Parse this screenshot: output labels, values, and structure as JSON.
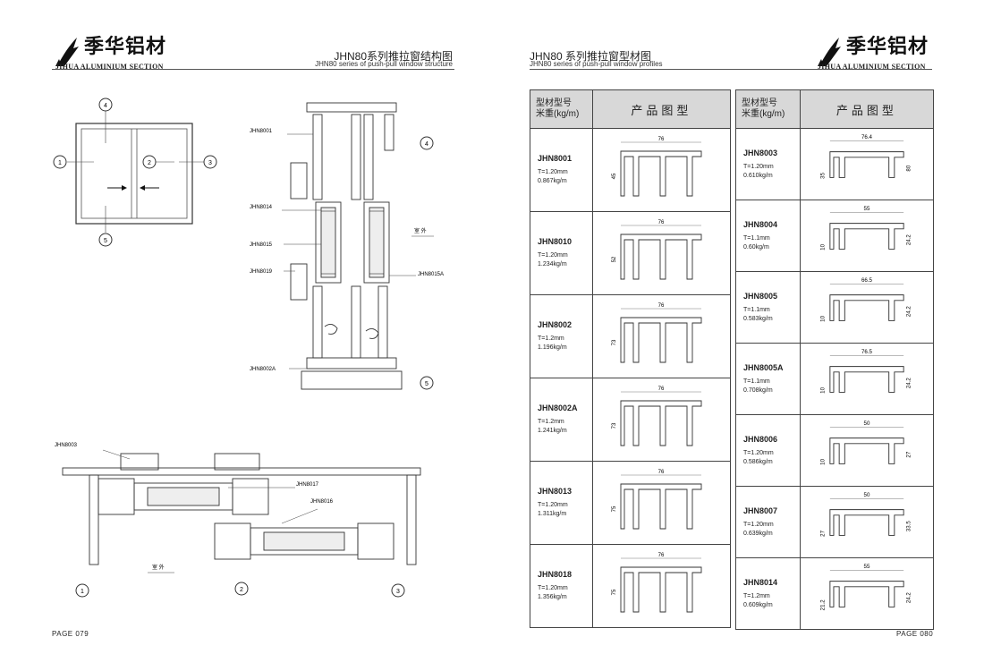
{
  "brand": {
    "name_cn": "季华铝材",
    "name_en": "JIHUA ALUMINIUM SECTION"
  },
  "left_page": {
    "title": "JHN80系列推拉窗结构图",
    "subtitle": "JHN80 series of push-pull window structure",
    "page_label": "PAGE 079",
    "callouts": [
      "1",
      "2",
      "3",
      "4",
      "5"
    ],
    "labels": {
      "jhn8001": "JHN8001",
      "jhn8014": "JHN8014",
      "jhn8015": "JHN8015",
      "jhn8019": "JHN8019",
      "jhn8002a": "JHN8002A",
      "jhn8015a": "JHN8015A",
      "jhn8003": "JHN8003",
      "jhn8017": "JHN8017",
      "jhn8016": "JHN8016",
      "outdoor": "室 外"
    }
  },
  "right_page": {
    "title": "JHN80 系列推拉窗型材图",
    "subtitle": "JHN80 series of push-pull window profiles",
    "page_label": "PAGE 080",
    "col_header_model": "型材型号",
    "col_header_weight": "米重(kg/m)",
    "col_header_drawing": "产品图型",
    "left_table": [
      {
        "code": "JHN8001",
        "thickness": "T=1.20mm",
        "weight": "0.867kg/m",
        "dims": [
          "76",
          "45"
        ]
      },
      {
        "code": "JHN8010",
        "thickness": "T=1.20mm",
        "weight": "1.234kg/m",
        "dims": [
          "76",
          "52"
        ]
      },
      {
        "code": "JHN8002",
        "thickness": "T=1.2mm",
        "weight": "1.196kg/m",
        "dims": [
          "76",
          "73"
        ]
      },
      {
        "code": "JHN8002A",
        "thickness": "T=1.2mm",
        "weight": "1.241kg/m",
        "dims": [
          "76",
          "73"
        ]
      },
      {
        "code": "JHN8013",
        "thickness": "T=1.20mm",
        "weight": "1.311kg/m",
        "dims": [
          "76",
          "75"
        ]
      },
      {
        "code": "JHN8018",
        "thickness": "T=1.20mm",
        "weight": "1.356kg/m",
        "dims": [
          "76",
          "75"
        ]
      }
    ],
    "right_table": [
      {
        "code": "JHN8003",
        "thickness": "T=1.20mm",
        "weight": "0.610kg/m",
        "dims": [
          "76.4",
          "35",
          "80"
        ]
      },
      {
        "code": "JHN8004",
        "thickness": "T=1.1mm",
        "weight": "0.60kg/m",
        "dims": [
          "55",
          "10",
          "24.2"
        ]
      },
      {
        "code": "JHN8005",
        "thickness": "T=1.1mm",
        "weight": "0.583kg/m",
        "dims": [
          "66.5",
          "10",
          "24.2"
        ]
      },
      {
        "code": "JHN8005A",
        "thickness": "T=1.1mm",
        "weight": "0.708kg/m",
        "dims": [
          "76.5",
          "10",
          "24.2"
        ]
      },
      {
        "code": "JHN8006",
        "thickness": "T=1.20mm",
        "weight": "0.586kg/m",
        "dims": [
          "50",
          "10",
          "27"
        ]
      },
      {
        "code": "JHN8007",
        "thickness": "T=1.20mm",
        "weight": "0.639kg/m",
        "dims": [
          "50",
          "27",
          "33.5"
        ]
      },
      {
        "code": "JHN8014",
        "thickness": "T=1.2mm",
        "weight": "0.609kg/m",
        "dims": [
          "55",
          "21.2",
          "24.2"
        ]
      }
    ]
  }
}
